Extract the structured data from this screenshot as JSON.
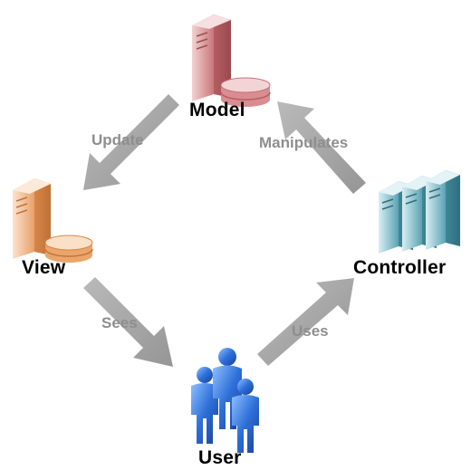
{
  "nodes": {
    "model": {
      "label": "Model",
      "color": "#c9767a"
    },
    "view": {
      "label": "View",
      "color": "#e8a06a"
    },
    "controller": {
      "label": "Controller",
      "color": "#5aa3b3"
    },
    "user": {
      "label": "User",
      "color": "#2e6fd8"
    }
  },
  "edges": {
    "update": {
      "label": "Update"
    },
    "manipulates": {
      "label": "Manipulates"
    },
    "sees": {
      "label": "Sees"
    },
    "uses": {
      "label": "Uses"
    }
  },
  "arrow_color": "#9a9a9a"
}
